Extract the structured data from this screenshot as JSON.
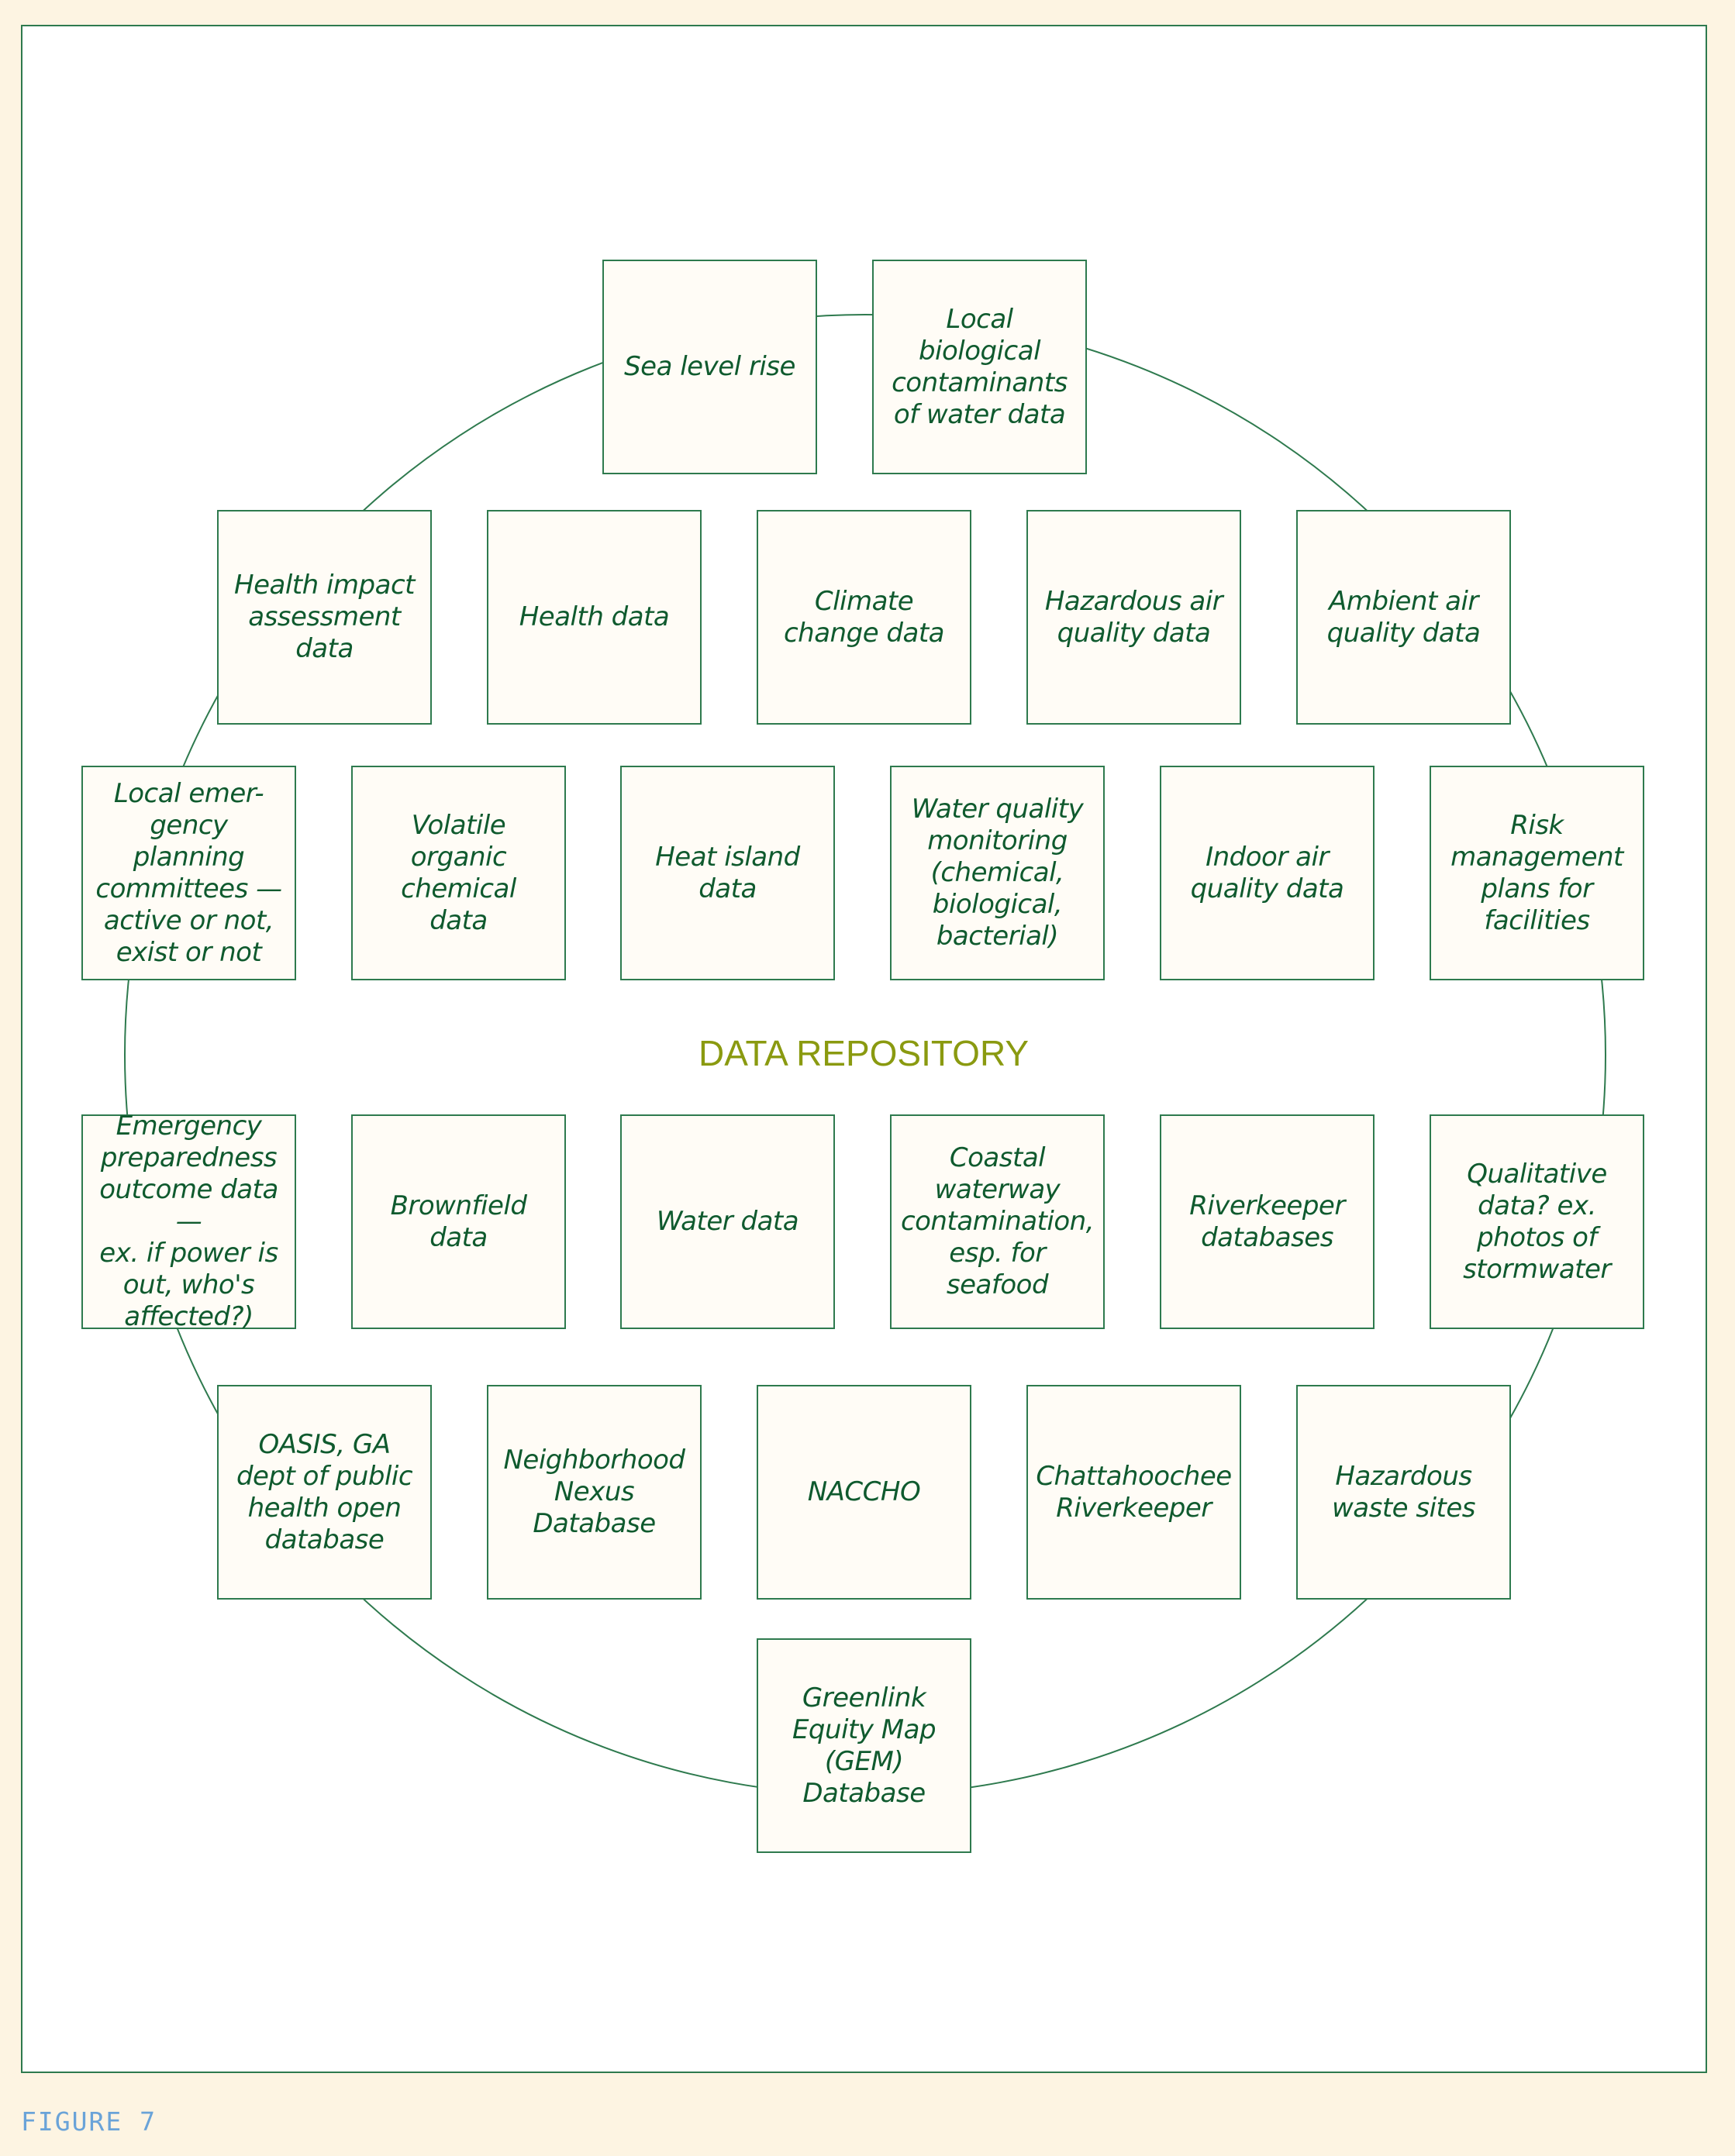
{
  "title": "DATA REPOSITORY",
  "figure_label": "FIGURE 7",
  "colors": {
    "line": "#2e7a4e",
    "text": "#0f5a2e",
    "title": "#8a9a10",
    "caption": "#6aa3d8"
  },
  "nodes": [
    "Sea level rise",
    "Local\nbiological\ncontaminants\nof water data",
    "Health impact\nassessment\ndata",
    "Health data",
    "Climate\nchange data",
    "Hazardous air\nquality data",
    "Ambient air\nquality data",
    "Local emer-\ngency planning\ncommittees —\nactive or not,\nexist or not",
    "Volatile\norganic\nchemical\ndata",
    "Heat island\ndata",
    "Water quality\nmonitoring\n(chemical,\nbiological,\nbacterial)",
    "Indoor air\nquality data",
    "Risk\nmanagement\nplans for\nfacilities",
    "Emergency\npreparedness\noutcome data —\nex. if power is\nout, who's\naffected?)",
    "Brownfield\ndata",
    "Water data",
    "Coastal\nwaterway\ncontamination,\nesp. for\nseafood",
    "Riverkeeper\ndatabases",
    "Qualitative\ndata? ex.\nphotos of\nstormwater",
    "OASIS, GA\ndept of public\nhealth open\ndatabase",
    "Neighborhood\nNexus\nDatabase",
    "NACCHO",
    "Chattahoochee\nRiverkeeper",
    "Hazardous\nwaste sites",
    "Greenlink\nEquity Map\n(GEM)\nDatabase"
  ]
}
